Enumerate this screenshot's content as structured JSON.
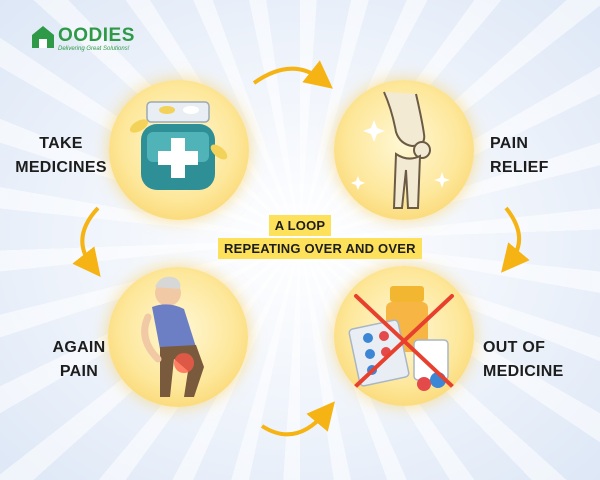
{
  "brand": {
    "name": "OODIES",
    "tagline": "Delivering Great Solutions!",
    "color": "#2e9a48"
  },
  "loop": {
    "center_line1": "A LOOP",
    "center_line2": "REPEATING OVER AND OVER",
    "steps": [
      {
        "label": "TAKE\nMEDICINES",
        "icon": "medicine-bottle-icon"
      },
      {
        "label": "PAIN\nRELIEF",
        "icon": "knee-joint-icon"
      },
      {
        "label": "OUT OF\nMEDICINE",
        "icon": "empty-medicine-crossed-icon"
      },
      {
        "label": "AGAIN\nPAIN",
        "icon": "man-knee-pain-icon"
      }
    ],
    "arrow_color": "#f5b414",
    "highlight_color": "#fde15b"
  }
}
